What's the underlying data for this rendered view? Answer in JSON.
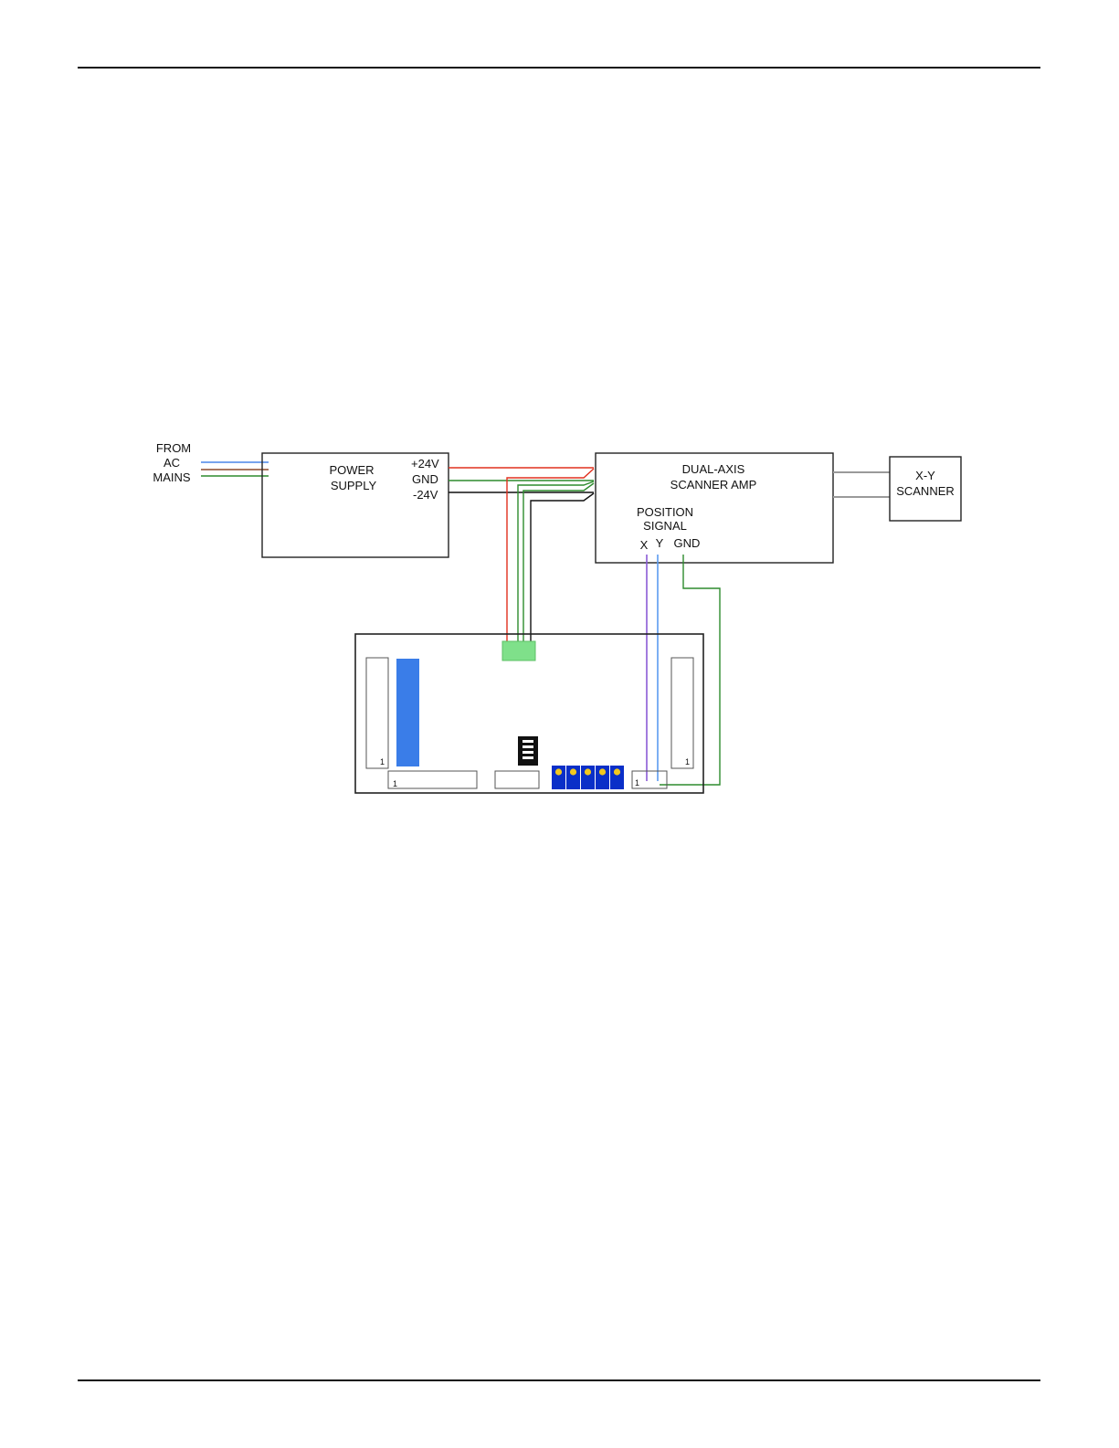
{
  "labels": {
    "from_ac_mains": [
      "FROM",
      "AC",
      "MAINS"
    ],
    "power_supply": [
      "POWER",
      "SUPPLY"
    ],
    "plus24v": "+24V",
    "gnd": "GND",
    "minus24v": "-24V",
    "scanner_amp": [
      "DUAL-AXIS",
      "SCANNER AMP"
    ],
    "position_signal": [
      "POSITION",
      "SIGNAL"
    ],
    "pos_x": "X",
    "pos_y": "Y",
    "pos_gnd": "GND",
    "xy_scanner": [
      "X-Y",
      "SCANNER"
    ],
    "pin_one": "1"
  },
  "colors": {
    "line": "#111111",
    "wire_red": "#e0301e",
    "wire_green": "#2e8b2e",
    "wire_black": "#111111",
    "wire_blue": "#4a86e8",
    "wire_brown": "#8b4a2b",
    "wire_purple": "#8a5cd6",
    "wire_light_blue": "#5b9bf0",
    "wire_gray": "#9a9a9a",
    "connector_green": "#7fe08a",
    "header_blue": "#3a7de8",
    "pot_blue": "#0a2fc8",
    "pot_yellow": "#f2c81e"
  }
}
